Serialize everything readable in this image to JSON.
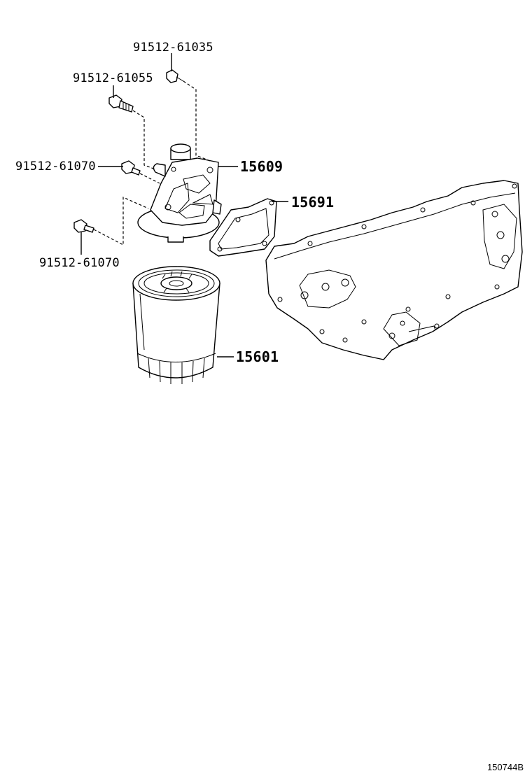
{
  "labels": {
    "bolt_top": "91512-61035",
    "bolt_upper": "91512-61055",
    "bolt_mid": "91512-61070",
    "bolt_lower": "91512-61070",
    "bracket": "15609",
    "gasket": "15691",
    "filter": "15601"
  },
  "figure_code": "150744B",
  "colors": {
    "ink": "#000000",
    "paper": "#ffffff"
  }
}
